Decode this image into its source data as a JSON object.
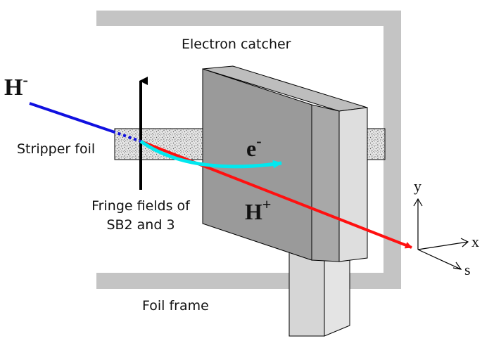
{
  "labels": {
    "electron_catcher": "Electron catcher",
    "stripper_foil": "Stripper foil",
    "fringe_fields_line1": "Fringe fields of",
    "fringe_fields_line2": "SB2 and 3",
    "foil_frame": "Foil frame",
    "h_minus_base": "H",
    "h_minus_sup": "-",
    "electron_base": "e",
    "electron_sup": "-",
    "h_plus_base": "H",
    "h_plus_sup": "+",
    "axis_y": "y",
    "axis_x": "x",
    "axis_s": "s"
  },
  "colors": {
    "h_minus_beam": "#1010e0",
    "electron_beam": "#00e8ef",
    "h_plus_beam": "#ff1010",
    "frame": "#c4c4c4",
    "catcher_front": "#9a9a9a",
    "catcher_side": "#dedede",
    "catcher_top": "#bdbdbd",
    "support": "#d6d6d6",
    "foil_fill": "#e6e6e6"
  }
}
